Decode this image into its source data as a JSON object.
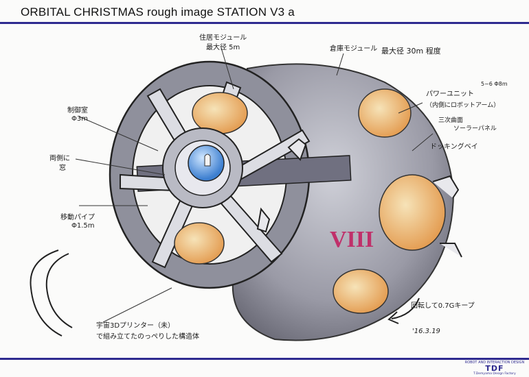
{
  "header": {
    "title": "ORBITAL CHRISTMAS rough image STATION V3 a"
  },
  "notes": {
    "living_module": "住居モジュール",
    "living_module_size": "最大径 5m",
    "storage_module": "倉庫モジュール",
    "max_diameter": "最大径 30m 程度",
    "power_unit": "パワーユニット",
    "power_unit_size": "5~6 Φ8m",
    "inner_robot_arm": "（内側にロボットアーム）",
    "solar_panel_1": "三次曲面",
    "solar_panel_2": "ソーラーパネル",
    "docking_bay": "ドッキングベイ",
    "control_room_1": "制御室",
    "control_room_2": "Φ3m",
    "window_1": "両側に",
    "window_2": "窓",
    "moving_pipe_1": "移動パイプ",
    "moving_pipe_2": "Φ1.5m",
    "gravity": "回転して0.7Gキープ",
    "printer_1": "宇宙3Dプリンター（未）",
    "printer_2": "で組み立てたのっぺりした構造体",
    "signature": "'16.3.19",
    "hull_number": "VIII"
  },
  "logo": {
    "top": "ROBOT AND INTERACTION DESIGN",
    "mark": "TDF",
    "sub": "T.Demyama Design Factory"
  },
  "colors": {
    "rule": "#2e2a8f",
    "hull": "#9a9aa6",
    "panel": "#e9a65a",
    "glass": "#6aa6e6",
    "numeral": "#c0306a"
  }
}
